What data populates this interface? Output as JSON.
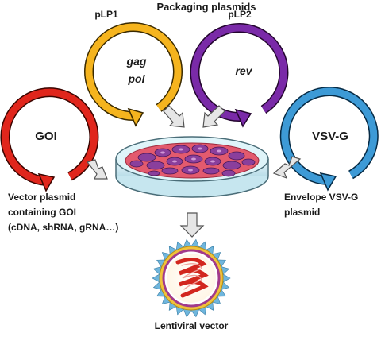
{
  "diagram": {
    "heading": "Packaging plasmids",
    "plasmids": {
      "plp1": {
        "name": "pLP1",
        "gene_line1": "gag",
        "gene_line2": "pol",
        "color": "#f5b41e"
      },
      "plp2": {
        "name": "pLP2",
        "gene": "rev",
        "color": "#7a2aa8"
      },
      "goi": {
        "gene": "GOI",
        "color": "#e0261c"
      },
      "vsvg": {
        "gene": "VSV-G",
        "color": "#3d9ad6"
      }
    },
    "captions": {
      "vector_line1": "Vector plasmid",
      "vector_line2": "containing  GOI",
      "vector_line3": "(cDNA, shRNA, gRNA…)",
      "envelope_line1": "Envelope VSV-G",
      "envelope_line2": "plasmid"
    },
    "product_label": "Lentiviral vector",
    "colors": {
      "dish_fill": "#d9f1f7",
      "medium": "#e35a6e",
      "cells": "#8a3f9c",
      "envelope": "#f0c23a",
      "capsid": "#a23a8a",
      "rna": "#d2261e",
      "spikes": "#6fb6dd",
      "arrow_fill": "#e6e6e6",
      "arrow_stroke": "#555555"
    }
  }
}
